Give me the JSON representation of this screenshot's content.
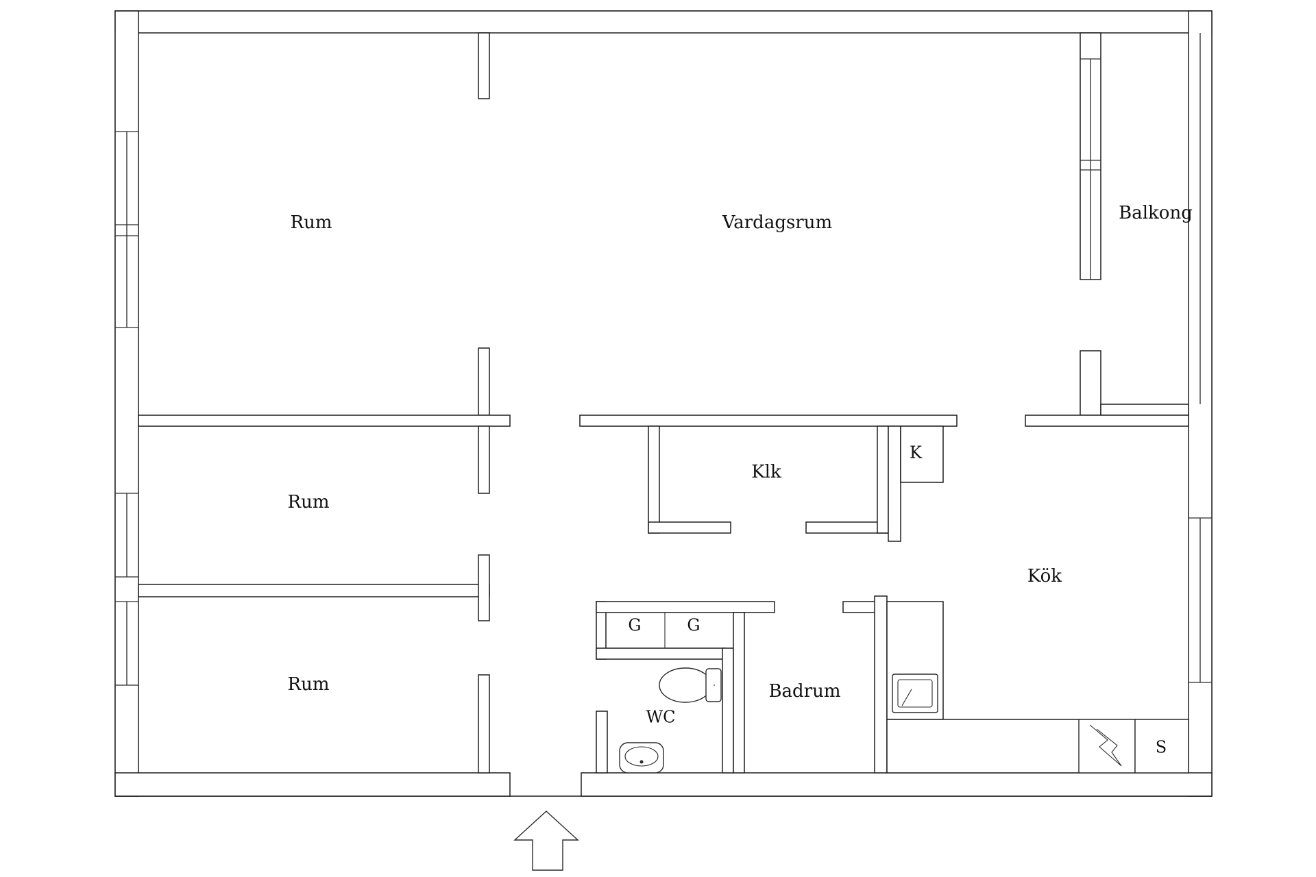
{
  "rooms": {
    "bedroom_1": "Rum",
    "living_room": "Vardagsrum",
    "balcony": "Balkong",
    "bedroom_2": "Rum",
    "bedroom_3": "Rum",
    "walk_in_closet": "Klk",
    "closet_k": "K",
    "kitchen": "Kök",
    "closet_g1": "G",
    "closet_g2": "G",
    "wc": "WC",
    "bathroom": "Badrum",
    "storage_s": "S"
  },
  "entrance": {
    "icon": "entrance-arrow-icon"
  },
  "colors": {
    "line": "#1e1e1e",
    "background": "#ffffff"
  }
}
